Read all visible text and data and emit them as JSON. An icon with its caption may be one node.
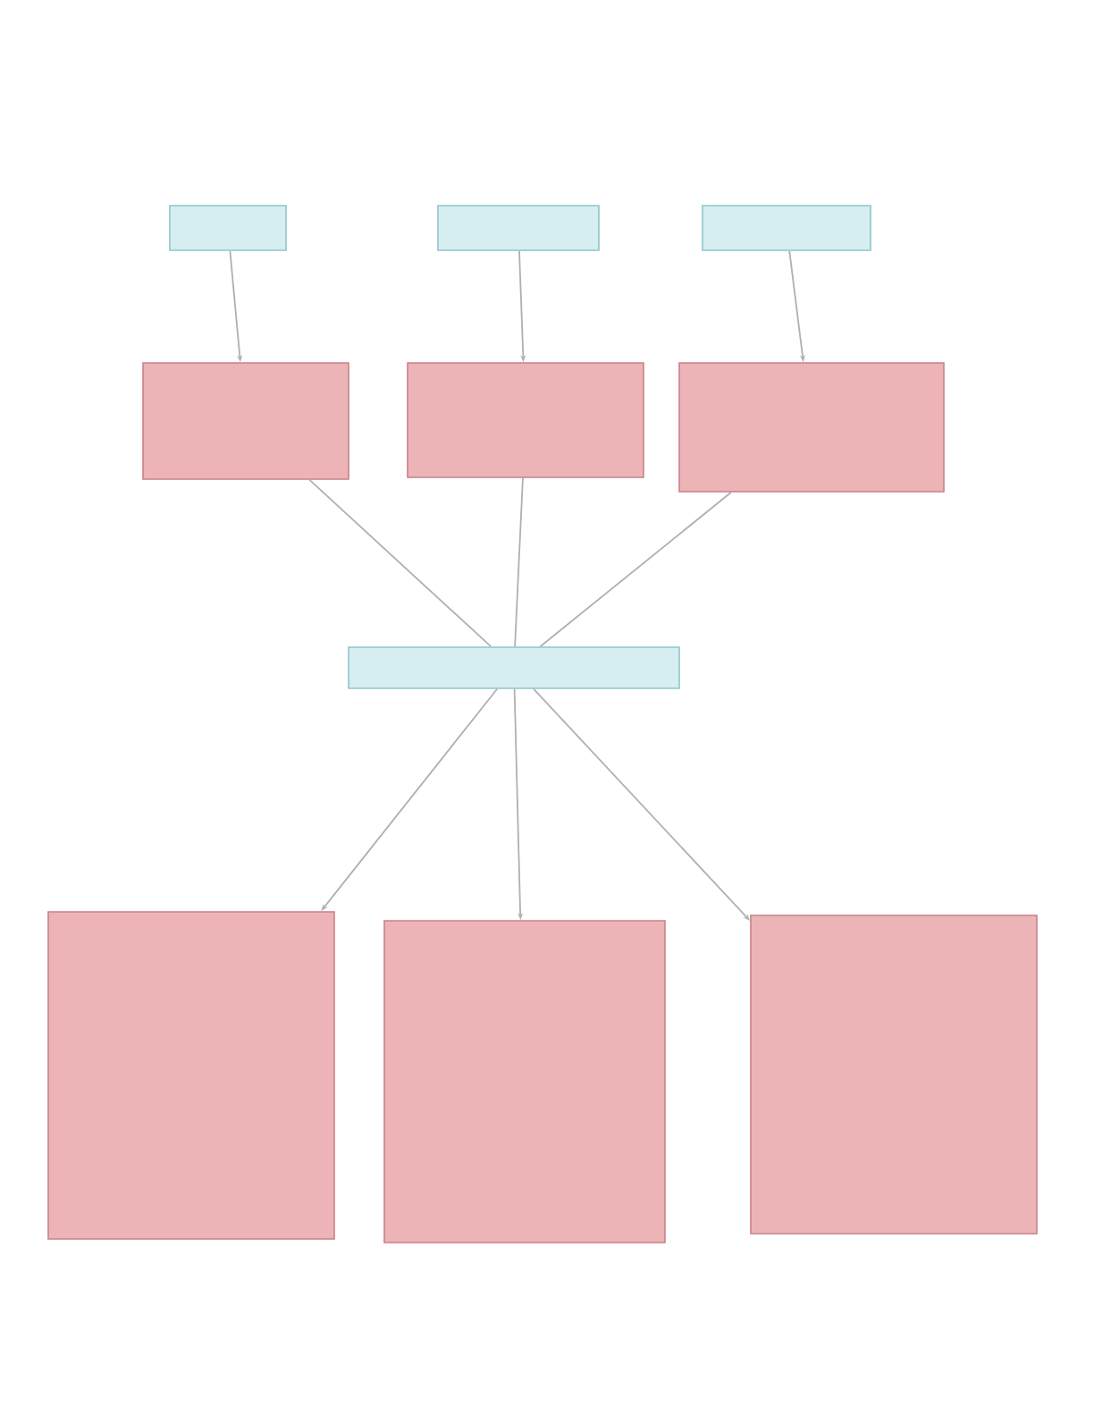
{
  "diagram": {
    "nodes": [
      {
        "text": [],
        "shape": "box"
      },
      {
        "text": [],
        "shape": "box"
      },
      {
        "text": [],
        "shape": "box"
      },
      {
        "text": [],
        "shape": "box"
      },
      {
        "text": [],
        "shape": "box"
      },
      {
        "text": [],
        "shape": "box"
      },
      {
        "text": [],
        "shape": "box"
      },
      {
        "text": [],
        "shape": "box"
      },
      {
        "text": [],
        "shape": "box"
      },
      {
        "text": [],
        "shape": "box"
      }
    ],
    "edges": [
      {
        "from": 0,
        "to": 3,
        "arrow": "to"
      },
      {
        "from": 1,
        "to": 4,
        "arrow": "to"
      },
      {
        "from": 2,
        "to": 5,
        "arrow": "to"
      },
      {
        "from": 3,
        "to": 6,
        "arrow": "none"
      },
      {
        "from": 4,
        "to": 6,
        "arrow": "none"
      },
      {
        "from": 5,
        "to": 6,
        "arrow": "none"
      },
      {
        "from": 6,
        "to": 7,
        "arrow": "to"
      },
      {
        "from": 6,
        "to": 8,
        "arrow": "to"
      },
      {
        "from": 6,
        "to": 9,
        "arrow": "to"
      }
    ]
  }
}
